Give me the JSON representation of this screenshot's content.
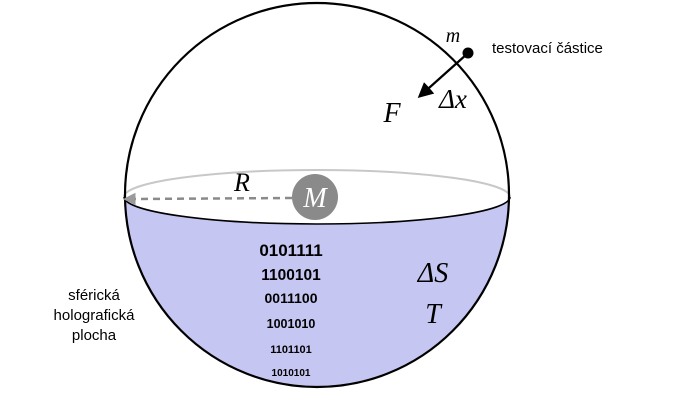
{
  "labels": {
    "mass_m": "m",
    "test_particle": "testovací částice",
    "force": "F",
    "delta_x": "Δx",
    "radius": "R",
    "mass_M": "M",
    "entropy": "ΔS",
    "temperature": "T",
    "surface_line1": "sférická",
    "surface_line2": "holografická",
    "surface_line3": "plocha"
  },
  "bits": [
    "0101111",
    "1100101",
    "0011100",
    "1001010",
    "1101101",
    "1010101"
  ],
  "colors": {
    "lower_fill": "#c6c6f2",
    "outline": "#000000",
    "equator_back": "#c8c8c8",
    "mass_circle": "#8a8a8a",
    "dashed_radius": "#808080"
  }
}
